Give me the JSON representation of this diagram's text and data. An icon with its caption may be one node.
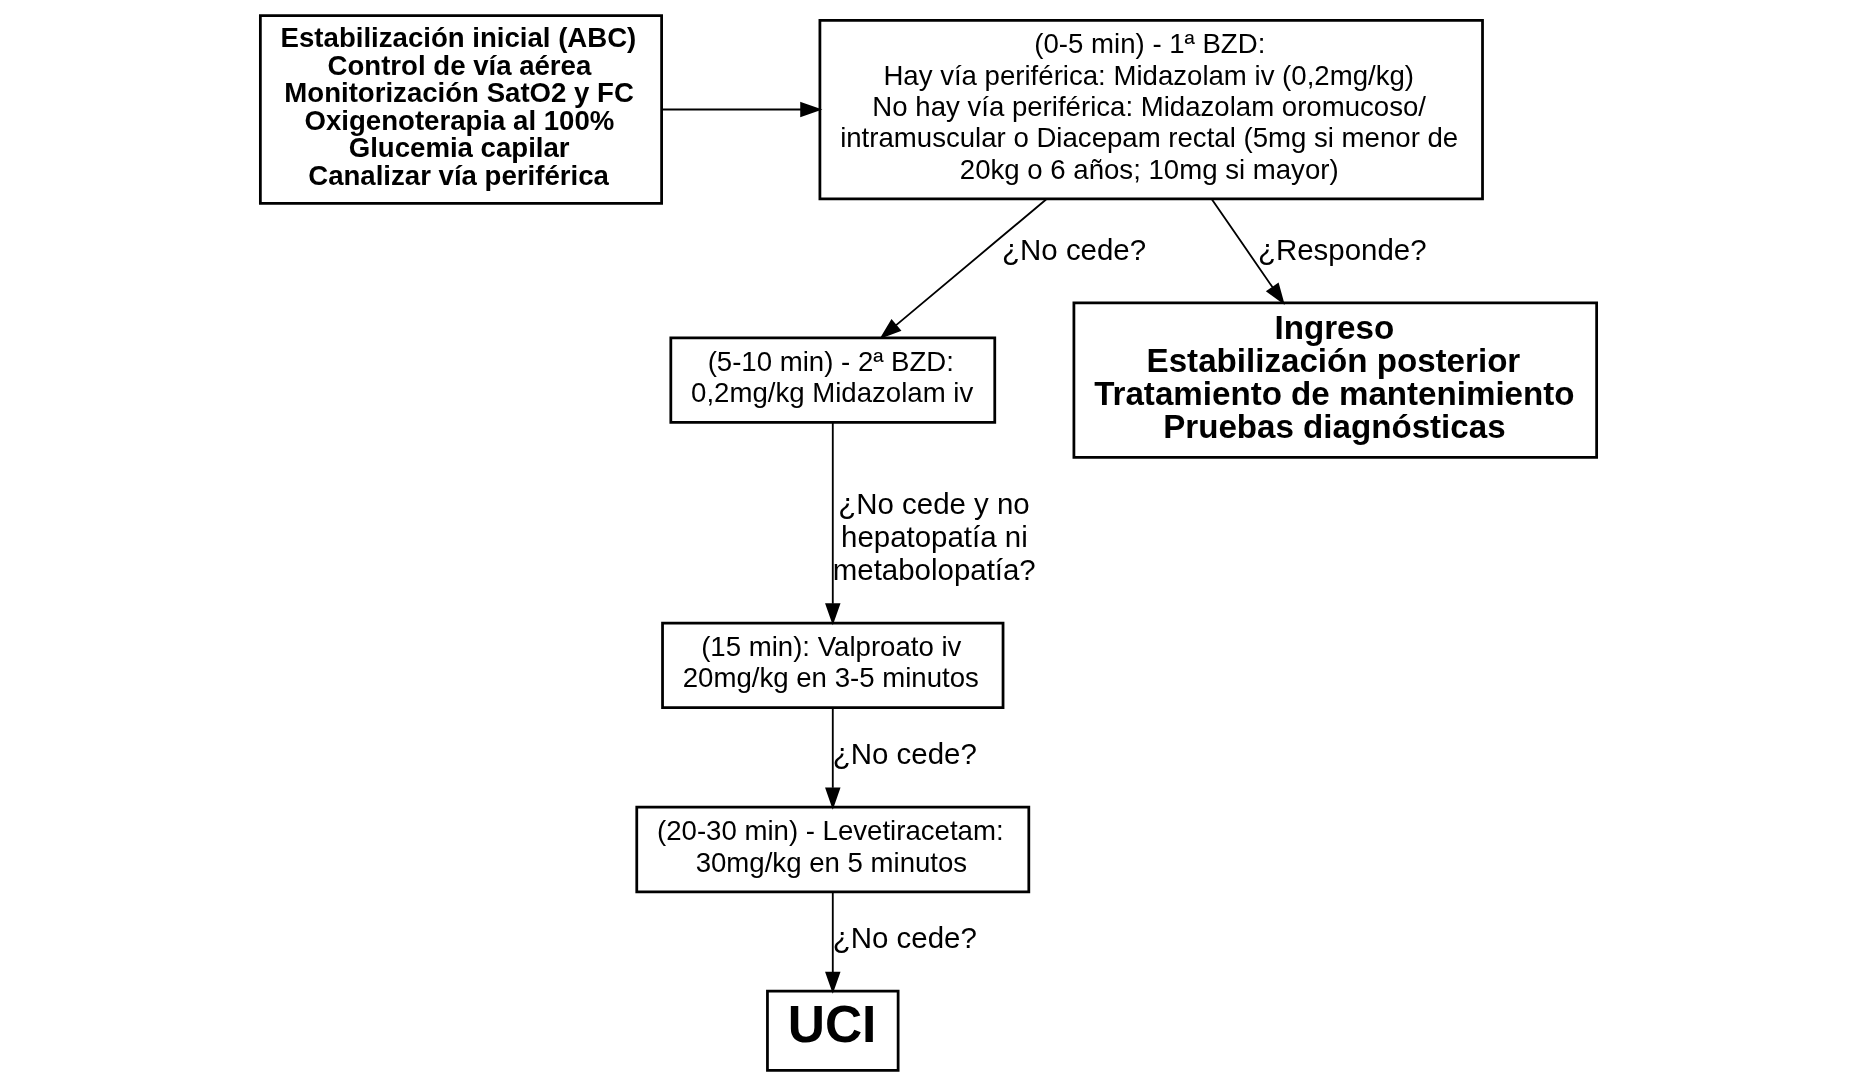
{
  "diagram": {
    "nodes": [
      {
        "text": [
          "Estabilización inicial (ABC)",
          "Control de vía aérea",
          "Monitorización SatO2 y FC",
          "Oxigenoterapia al 100%",
          "Glucemia capilar",
          "Canalizar vía periférica"
        ]
      },
      {
        "text": [
          "(0-5 min) - 1ª BZD:",
          "Hay vía periférica: Midazolam iv (0,2mg/kg)",
          "No hay vía periférica: Midazolam oromucoso/ intramuscular o Diacepam rectal (5mg si menor de 20kg o 6 años; 10mg si mayor)"
        ]
      },
      {
        "text": [
          "(5-10 min) - 2ª BZD:",
          "0,2mg/kg Midazolam iv"
        ]
      },
      {
        "text": [
          "(15 min): Valproato iv",
          "20mg/kg en 3-5 minutos"
        ]
      },
      {
        "text": [
          "(20-30 min) - Levetiracetam:",
          "30mg/kg en 5 minutos"
        ]
      },
      {
        "text": [
          "UCI"
        ]
      },
      {
        "text": [
          "Ingreso",
          "Estabilización posterior",
          "Tratamiento de mantenimiento",
          "Pruebas diagnósticas"
        ]
      }
    ],
    "edges": [
      {
        "from": 0,
        "to": 1,
        "arrow": "to"
      },
      {
        "from": 1,
        "to": 2,
        "arrow": "to",
        "label": "¿No cede?"
      },
      {
        "from": 1,
        "to": 6,
        "arrow": "to",
        "label": "¿Responde?"
      },
      {
        "from": 2,
        "to": 3,
        "arrow": "to",
        "label": "¿No cede y no hepatopatía ni metabolopatía?"
      },
      {
        "from": 3,
        "to": 4,
        "arrow": "to",
        "label": "¿No cede?"
      },
      {
        "from": 4,
        "to": 5,
        "arrow": "to",
        "label": "¿No cede?"
      }
    ]
  }
}
